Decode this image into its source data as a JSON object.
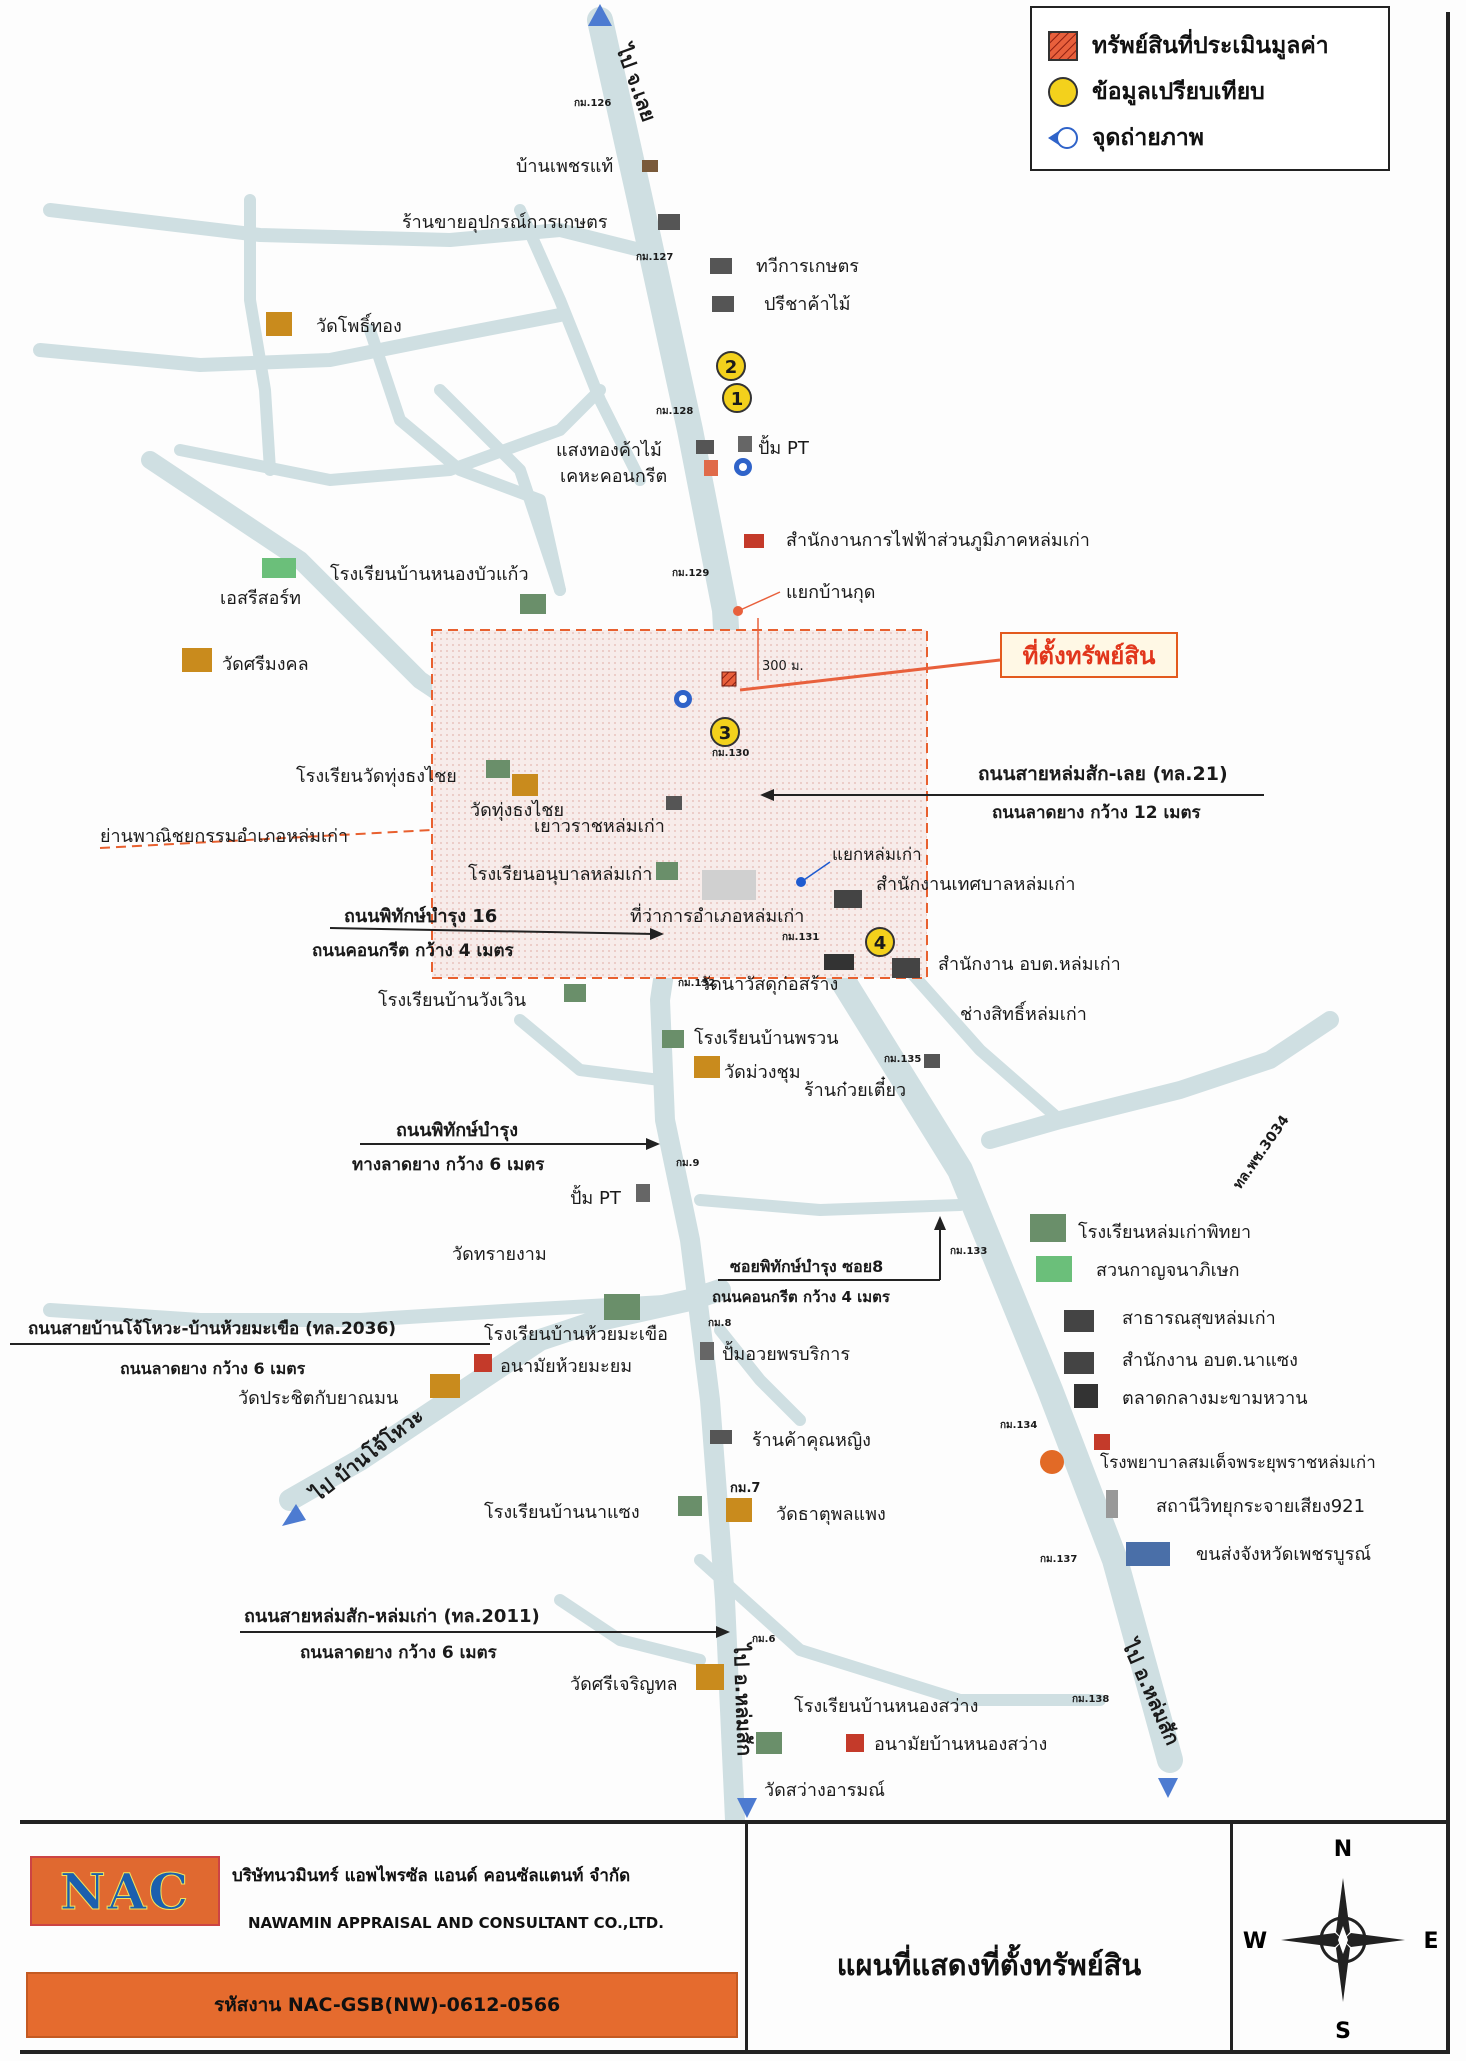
{
  "legend": {
    "property": "ทรัพย์สินที่ประเมินมูลค่า",
    "comparable": "ข้อมูลเปรียบเทียบ",
    "photo_point": "จุดถ่ายภาพ"
  },
  "callout": {
    "property_location": "ที่ตั้งทรัพย์สิน",
    "distance": "300 ม."
  },
  "comparables": [
    "1",
    "2",
    "3",
    "4"
  ],
  "directions": {
    "to_loei": "ไป จ.เลย",
    "to_ban_khok_ho": "ไป บ้านโจ้โหวะ",
    "to_lom_sak_left": "ไป อ.หล่มสัก",
    "to_lom_sak_right": "ไป อ.หล่มสัก"
  },
  "km_markers": [
    "กม.126",
    "กม.127",
    "กม.128",
    "กม.129",
    "กม.130",
    "กม.131",
    "กม.132",
    "กม.133",
    "กม.134",
    "กม.135",
    "กม.137",
    "กม.138",
    "กม.9",
    "กม.8",
    "กม.7",
    "กม.6"
  ],
  "places": {
    "ban_phet_thae": "บ้านเพชรแท้",
    "farm_equipment": "ร้านขายอุปกรณ์การเกษตร",
    "thawee_farm": "ทวีการเกษตร",
    "preecha_wood": "ปรีชาค้าไม้",
    "wat_pho_thong": "วัดโพธิ์ทอง",
    "saengthong_wood": "แสงทองค้าไม้",
    "kecha_concrete": "เคหะคอนกรีต",
    "pt_pump_1": "ปั้ม PT",
    "pea_office": "สำนักงานการไฟฟ้าส่วนภูมิภาคหล่มเก่า",
    "es_resort": "เอสรีสอร์ท",
    "school_nong_bua_kaeo": "โรงเรียนบ้านหนองบัวแก้ว",
    "wat_si_mongkhon": "วัดศรีมงคล",
    "junction_ban_kut": "แยกบ้านกุด",
    "school_wat_thung_thong_chai": "โรงเรียนวัดทุ่งธงไชย",
    "wat_thung_thong_chai": "วัดทุ่งธงไชย",
    "yaowarat": "เยาวราชหล่มเก่า",
    "commercial_zone": "ย่านพาณิชยกรรมอำเภอหล่มเก่า",
    "kindergarten": "โรงเรียนอนุบาลหล่มเก่า",
    "junction_lom_kao": "แยกหล่มเก่า",
    "municipal_office": "สำนักงานเทศบาลหล่มเก่า",
    "district_office": "ที่ว่าการอำเภอหล่มเก่า",
    "sao_lom_kao": "สำนักงาน อบต.หล่มเก่า",
    "wat_nawasat": "วัดนาวัสดุก่อสร้าง",
    "school_wang_woen": "โรงเรียนบ้านวังเวิน",
    "chang_sit": "ช่างสิทธิ์หล่มเก่า",
    "school_ban_phruan": "โรงเรียนบ้านพรวน",
    "wat_muang_chum": "วัดม่วงชุม",
    "noodle_shop": "ร้านก๋วยเตี๋ยว",
    "pt_pump_2": "ปั้ม PT",
    "wat_sai_ngam": "วัดทรายงาม",
    "school_lom_kao_phitthaya": "โรงเรียนหล่มเก่าพิทยา",
    "suan_kanchana": "สวนกาญจนาภิเษก",
    "school_huai_ma_khuea": "โรงเรียนบ้านห้วยมะเขือ",
    "pump_uay_pon": "ปั้มอวยพรบริการ",
    "health_lom_kao": "สาธารณสุขหล่มเก่า",
    "health_huai_mayom": "อนามัยห้วยมะยม",
    "sao_na_saeng": "สำนักงาน อบต.นาแซง",
    "wat_prasit": "วัดประชิตกับยาณมน",
    "market": "ตลาดกลางมะขามหวาน",
    "shop_khun_ying": "ร้านค้าคุณหญิง",
    "hospital": "โรงพยาบาลสมเด็จพระยุพราชหล่มเก่า",
    "radio": "สถานีวิทยุกระจายเสียง921",
    "school_na_saeng": "โรงเรียนบ้านนาแซง",
    "wat_that": "วัดธาตุพลแพง",
    "bus_terminal": "ขนส่งจังหวัดเพชรบูรณ์",
    "wat_si_charoen": "วัดศรีเจริญทล",
    "school_nong_sawang": "โรงเรียนบ้านหนองสว่าง",
    "health_nong_sawang": "อนามัยบ้านหนองสว่าง",
    "wat_sawang": "วัดสว่างอารมณ์"
  },
  "roads": {
    "hwy21_name": "ถนนสายหล่มสัก-เลย (ทล.21)",
    "hwy21_desc": "ถนนลาดยาง กว้าง 12 เมตร",
    "phithak16_name": "ถนนพิทักษ์บำรุง 16",
    "phithak16_desc": "ถนนคอนกรีต กว้าง 4 เมตร",
    "phithak_name": "ถนนพิทักษ์บำรุง",
    "phithak_desc": "ทางลาดยาง กว้าง 6 เมตร",
    "soi8_name": "ซอยพิทักษ์บำรุง ซอย8",
    "soi8_desc": "ถนนคอนกรีต กว้าง 4 เมตร",
    "hwy2036_name": "ถนนสายบ้านโจ้โหวะ-บ้านห้วยมะเขือ (ทล.2036)",
    "hwy2036_desc": "ถนนลาดยาง กว้าง 6 เมตร",
    "hwy2011_name": "ถนนสายหล่มสัก-หล่มเก่า (ทล.2011)",
    "hwy2011_desc": "ถนนลาดยาง กว้าง 6 เมตร",
    "hwy3034": "ทล.พช.3034"
  },
  "titleblock": {
    "logo": "NAC",
    "company_th": "บริษัทนวมินทร์ แอพไพรซัล แอนด์ คอนซัลแตนท์ จำกัด",
    "company_en": "NAWAMIN APPRAISAL AND CONSULTANT CO.,LTD.",
    "job_code": "รหัสงาน NAC-GSB(NW)-0612-0566",
    "map_title": "แผนที่แสดงที่ตั้งทรัพย์สิน"
  },
  "compass": {
    "n": "N",
    "s": "S",
    "e": "E",
    "w": "W"
  },
  "colors": {
    "road": "#c8d8db",
    "accent_red": "#e1361c",
    "comparable_yellow": "#f3d11c",
    "property_hatch": "#c0392b",
    "blue": "#1e5bd0"
  }
}
